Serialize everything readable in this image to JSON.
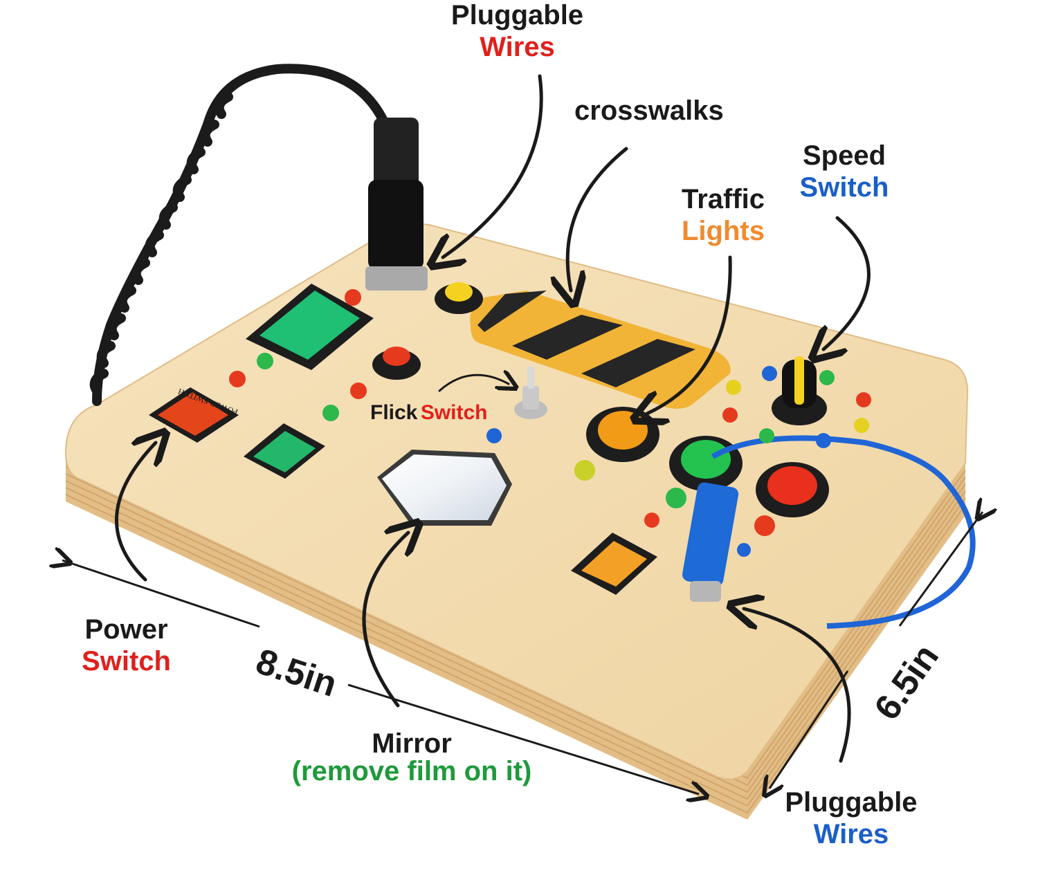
{
  "colors": {
    "text_dark": "#1a1a1a",
    "accent_red": "#e0201c",
    "accent_blue": "#1a5fc8",
    "accent_orange": "#f08a2e",
    "accent_green": "#1f9a3a",
    "wood": "#f3dcb0",
    "wood_edge": "#e7c48e"
  },
  "labels": {
    "pluggable_wires_top": {
      "line1": "Pluggable",
      "line2": "Wires"
    },
    "crosswalks": "crosswalks",
    "speed_switch": {
      "line1": "Speed",
      "line2": "Switch"
    },
    "traffic_lights": {
      "line1": "Traffic",
      "line2": "Lights"
    },
    "flick_switch": {
      "part1": "Flick",
      "part2": "Switch"
    },
    "power_switch": {
      "line1": "Power",
      "line2": "Switch"
    },
    "mirror": {
      "line1": "Mirror",
      "line2": "(remove film on it)"
    },
    "pluggable_wires_bottom": {
      "line1": "Pluggable",
      "line2": "Wires"
    },
    "board_power_text": "POWER SWITCH"
  },
  "dimensions": {
    "width": "8.5in",
    "depth": "6.5in"
  }
}
